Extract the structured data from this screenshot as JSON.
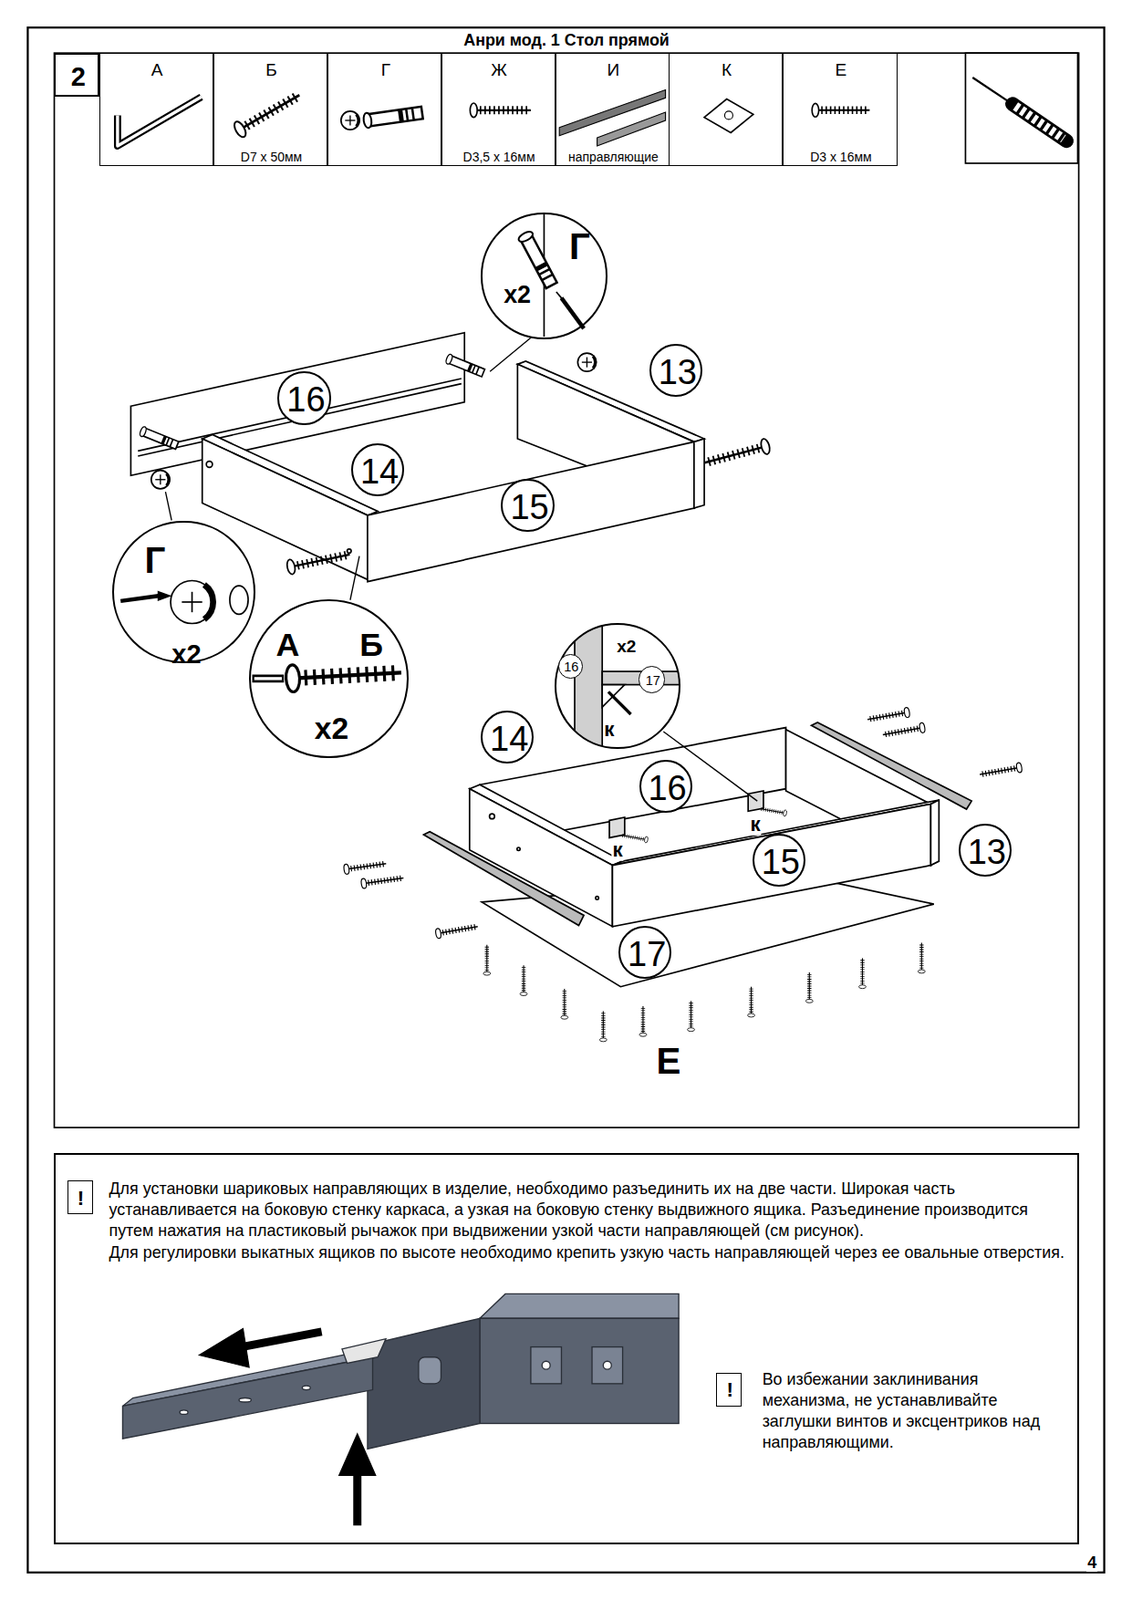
{
  "diagram": {
    "title": "Анри мод. 1 Стол прямой",
    "nodes": [
      {
        "text": [
          "2"
        ]
      },
      {
        "text": [
          "А"
        ]
      },
      {
        "text": [
          "Б",
          "D7 x 50мм"
        ]
      },
      {
        "text": [
          "Г"
        ]
      },
      {
        "text": [
          "Ж",
          "D3,5 x 16мм"
        ]
      },
      {
        "text": [
          "И",
          "направляющие"
        ]
      },
      {
        "text": [
          "К"
        ]
      },
      {
        "text": [
          "Е",
          "D3 x 16мм"
        ]
      },
      {
        "text": [
          "Г",
          "x2"
        ]
      },
      {
        "text": [
          "16"
        ]
      },
      {
        "text": [
          "13"
        ]
      },
      {
        "text": [
          "14"
        ]
      },
      {
        "text": [
          "15"
        ]
      },
      {
        "text": [
          "Г",
          "x2"
        ]
      },
      {
        "text": [
          "А",
          "Б",
          "x2"
        ]
      },
      {
        "text": [
          "x2",
          "к"
        ]
      },
      {
        "text": [
          "16"
        ],
        "in": 15
      },
      {
        "text": [
          "17"
        ],
        "in": 15
      },
      {
        "text": [
          "14"
        ]
      },
      {
        "text": [
          "16"
        ]
      },
      {
        "text": [
          "15"
        ]
      },
      {
        "text": [
          "13"
        ]
      },
      {
        "text": [
          "17"
        ]
      },
      {
        "text": [
          "Для установки шариковых направляющих в изделие, необходимо разъединить их на две части. Широкая часть устанавливается на боковую стенку каркаса, а узкая на боковую стенку выдвижного ящика. Разъединение производится путем нажатия на пластиковый рычажок при выдвижении узкой части направляющей (см рисунок).",
          "Для регулировки выкатных ящиков по высоте необходимо крепить узкую часть направляющей через ее овальные отверстия.",
          "Во избежании заклинивания механизма, не устанавливайте заглушки винтов и эксцентриков над направляющими."
        ]
      },
      {
        "text": [
          "!"
        ],
        "in": 23
      },
      {
        "text": [
          "!"
        ],
        "in": 23
      }
    ],
    "labels": [
      "к",
      "к",
      "Е",
      "4"
    ]
  }
}
